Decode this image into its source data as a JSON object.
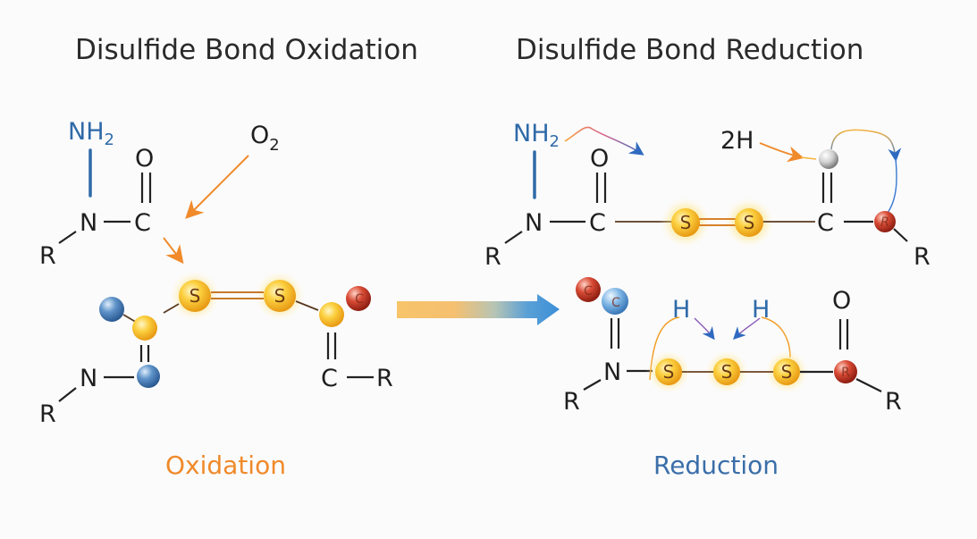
{
  "titles": {
    "left": "Disulfide Bond Oxidation",
    "right": "Disulfide Bond Reduction"
  },
  "captions": {
    "left": "Oxidation",
    "right": "Reduction"
  },
  "colors": {
    "oxidation_accent": "#f08a2a",
    "reduction_accent": "#3a6ea8",
    "sulfur": "#f7b928",
    "nitrogen_blue": "#3d6fa8",
    "carbon_red": "#c0392b",
    "arrow_start": "#f7c46a",
    "arrow_end": "#3a8fd8"
  },
  "oxidation": {
    "top_molecule": {
      "amine": "NH",
      "amine_sub": "2",
      "n": "N",
      "c": "C",
      "o": "O",
      "r": "R"
    },
    "reagent": "O",
    "reagent_sub": "2",
    "disulfide": [
      "S",
      "S"
    ],
    "right_ball_label": "C",
    "bottom_left": {
      "n": "N",
      "r": "R"
    },
    "bottom_right": {
      "c": "C",
      "r": "R"
    }
  },
  "reduction": {
    "top_molecule": {
      "amine": "NH",
      "amine_sub": "2",
      "n": "N",
      "c1": "C",
      "o": "O",
      "c2": "C",
      "r_left": "R",
      "r_right": "R",
      "ball_label": "R",
      "disulfide": [
        "S",
        "S"
      ]
    },
    "reagent": "2H",
    "bottom_molecule": {
      "balls": [
        "C",
        "C"
      ],
      "n": "N",
      "r_left": "R",
      "h_left": "H",
      "h_right": "H",
      "sulfurs": [
        "S",
        "S",
        "S"
      ],
      "o": "O",
      "ball_label": "R",
      "r_right": "R"
    }
  }
}
